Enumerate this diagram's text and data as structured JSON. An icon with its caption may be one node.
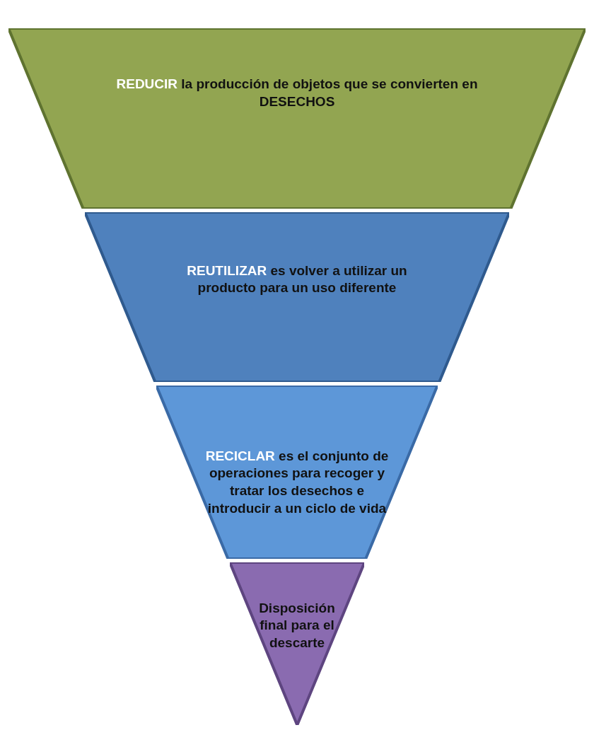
{
  "diagram": {
    "nodes": [
      {
        "text": [
          "**REDUCIR** la producción de objetos que se convierten en DESECHOS"
        ]
      },
      {
        "text": [
          "**REUTILIZAR** es volver a utilizar un producto para un uso diferente"
        ]
      },
      {
        "text": [
          "**RECICLAR** es el conjunto de operaciones para recoger y tratar los desechos e introducir a un ciclo de vida"
        ]
      },
      {
        "text": [
          "Disposición final para el descarte"
        ]
      }
    ],
    "edges": []
  }
}
